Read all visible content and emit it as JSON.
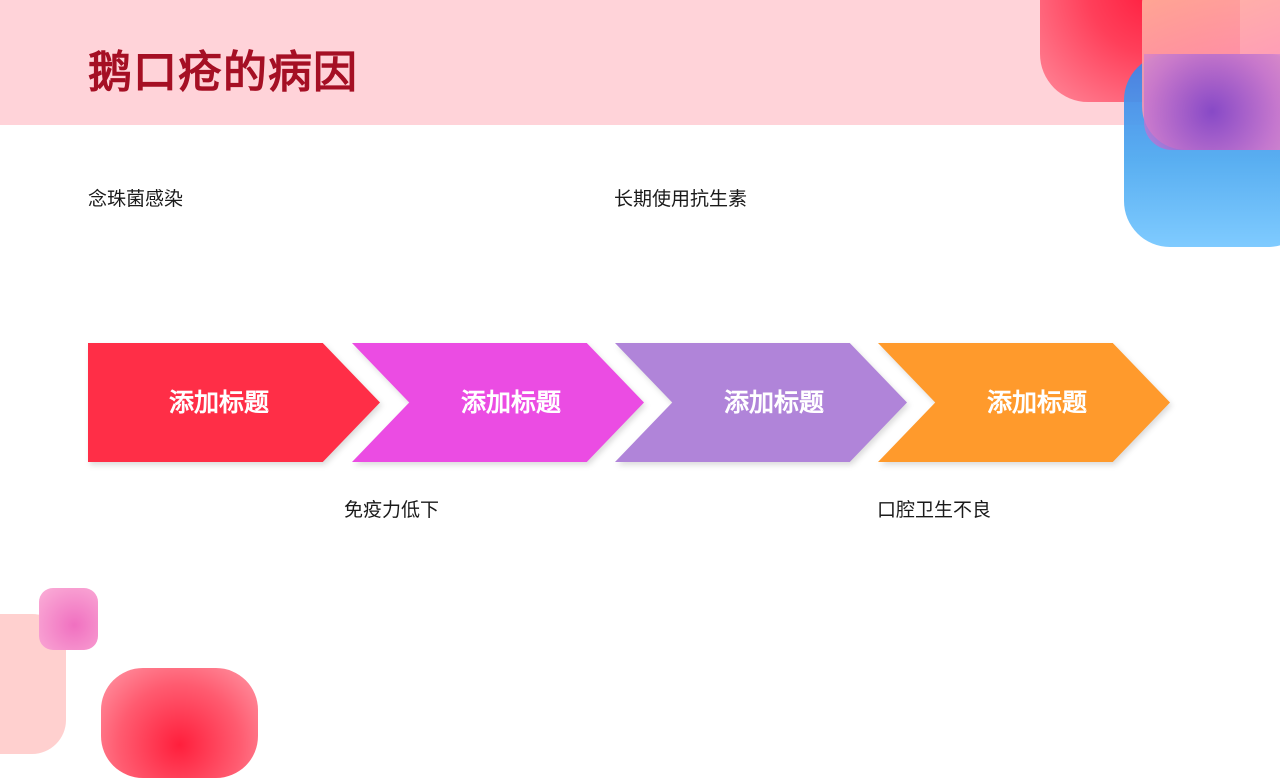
{
  "slide": {
    "title": "鹅口疮的病因"
  },
  "steps": [
    {
      "label": "添加标题",
      "caption": "念珠菌感染",
      "color": "#ff2e47"
    },
    {
      "label": "添加标题",
      "caption": "免疫力低下",
      "color": "#eb4ce3"
    },
    {
      "label": "添加标题",
      "caption": "长期使用抗生素",
      "color": "#b084d9"
    },
    {
      "label": "添加标题",
      "caption": "口腔卫生不良",
      "color": "#ff9a2c"
    }
  ],
  "colors": {
    "header_band": "#ffd3d9",
    "title_text": "#a50f24"
  }
}
